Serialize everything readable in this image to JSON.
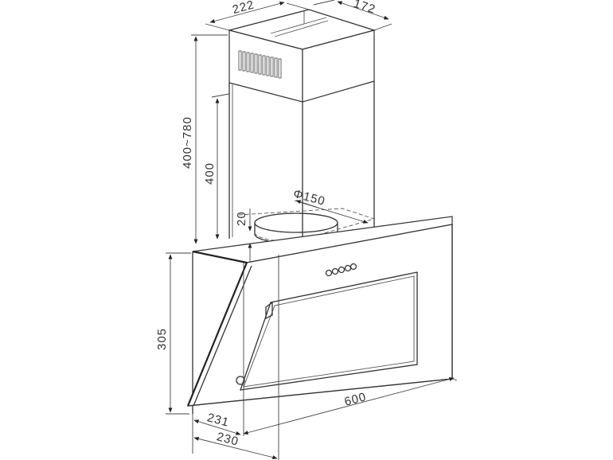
{
  "diagram": {
    "subject": "Angled glass chimney range hood dimension drawing",
    "units": "mm",
    "dimensions": {
      "chimney_width": "222",
      "chimney_depth": "172",
      "chimney_height_range": "400~780",
      "lower_chimney_height": "400",
      "duct_collar_height": "20",
      "duct_diameter": "Φ150",
      "hood_height": "305",
      "hood_width": "600",
      "top_depth": "231",
      "bottom_depth": "230"
    },
    "control_panel": {
      "button_count": 5
    }
  }
}
